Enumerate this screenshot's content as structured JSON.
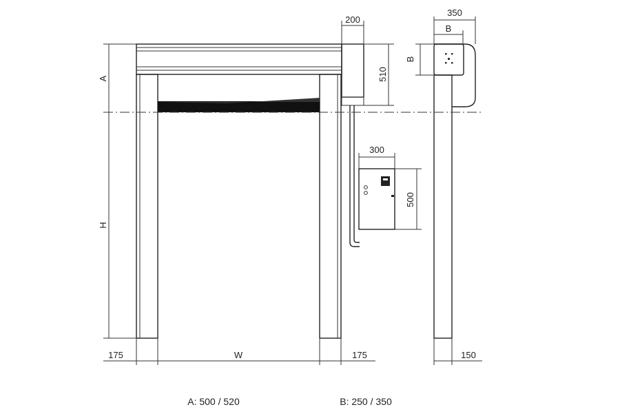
{
  "dimensions": {
    "box_width": "200",
    "box_height": "510",
    "side_width": "350",
    "side_b": "B",
    "side_b_vertical": "B",
    "control_width": "300",
    "control_height": "500",
    "left_post": "175",
    "opening_width": "W",
    "right_post": "175",
    "side_post": "150",
    "height_a": "A",
    "height_h": "H"
  },
  "legend": {
    "a": "A: 500 / 520",
    "b": "B: 250 / 350"
  }
}
